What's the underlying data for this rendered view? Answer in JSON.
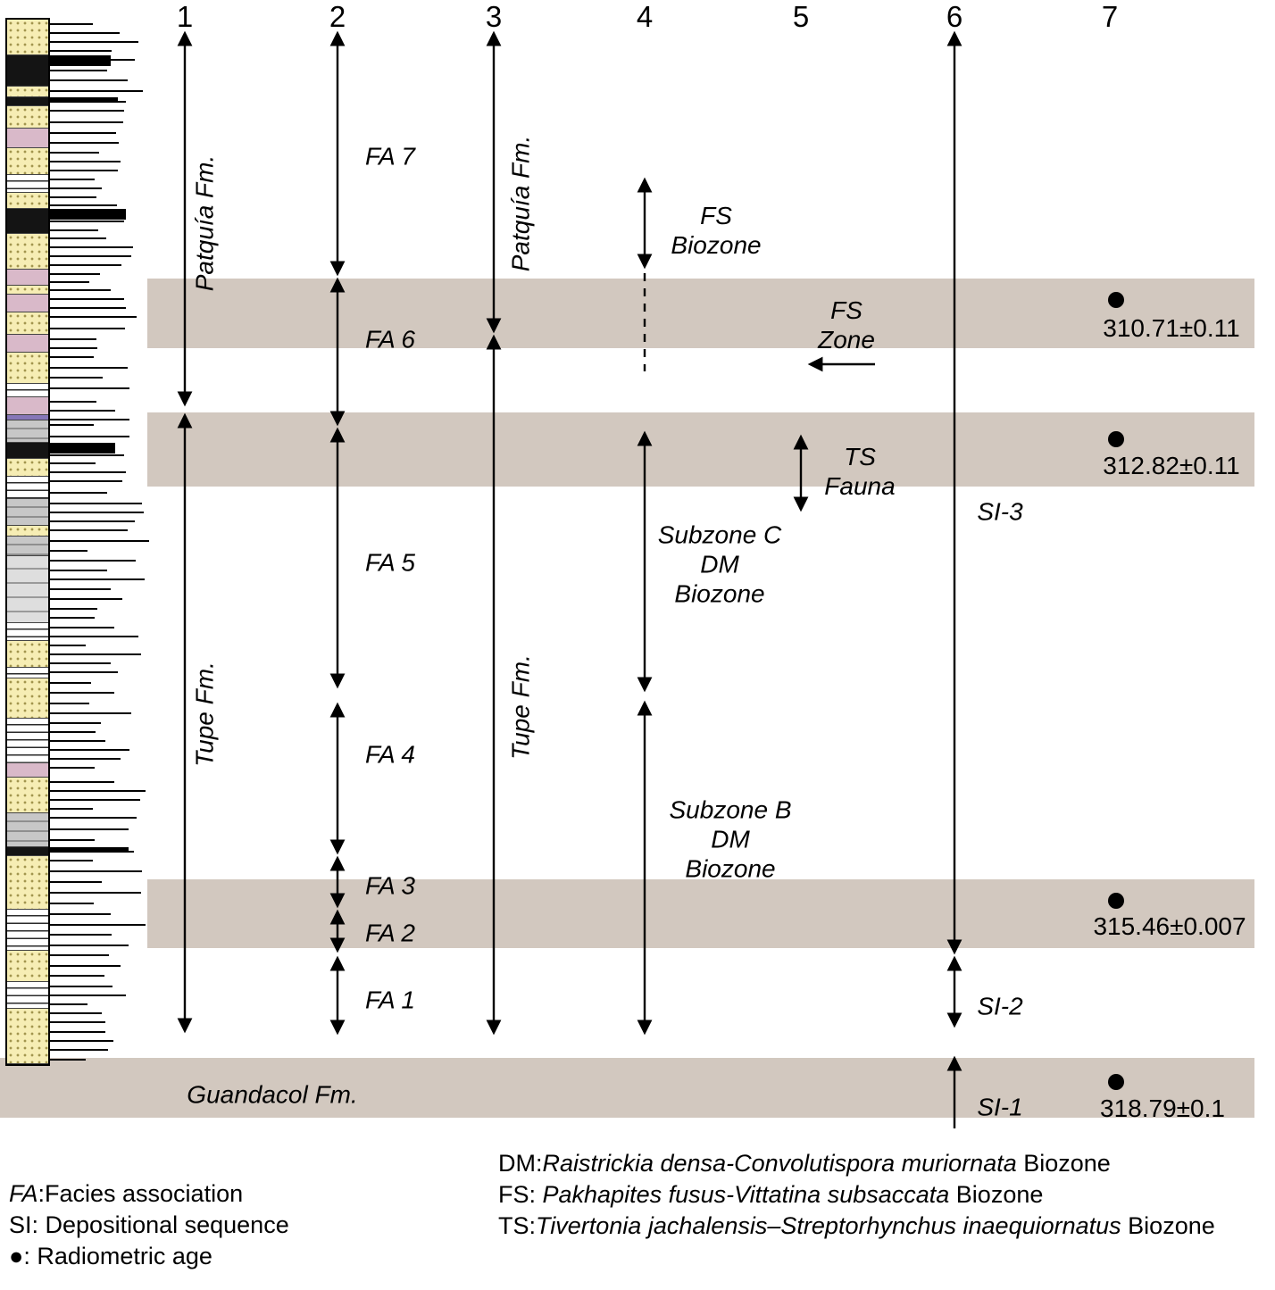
{
  "columns": [
    "1",
    "2",
    "3",
    "4",
    "5",
    "6",
    "7"
  ],
  "formations": {
    "patquia_col1": "Patquía Fm.",
    "tupe_col1": "Tupe Fm.",
    "patquia_col3": "Patquía Fm.",
    "tupe_col3": "Tupe Fm.",
    "guandacol": "Guandacol Fm."
  },
  "facies_associations": [
    "FA 7",
    "FA 6",
    "FA 5",
    "FA 4",
    "FA 3",
    "FA 2",
    "FA 1"
  ],
  "zones": {
    "fs_biozone": [
      "FS",
      "Biozone"
    ],
    "subzone_c": [
      "Subzone C",
      "DM",
      "Biozone"
    ],
    "subzone_b": [
      "Subzone B",
      "DM",
      "Biozone"
    ],
    "fs_zone": [
      "FS",
      "Zone"
    ],
    "ts_fauna": [
      "TS",
      "Fauna"
    ]
  },
  "sequences": [
    "SI-3",
    "SI-2",
    "SI-1"
  ],
  "ages": [
    "310.71±0.11",
    "312.82±0.11",
    "315.46±0.007",
    "318.79±0.1"
  ],
  "legend_left": [
    {
      "abbr": "FA",
      "rest": ":Facies association"
    },
    {
      "abbr": "SI",
      "rest": ": Depositional sequence"
    },
    {
      "abbr": "●",
      "rest": ": Radiometric age"
    }
  ],
  "legend_right": [
    {
      "abbr": "DM:",
      "species": "Raistrickia densa-Convolutispora muriornata",
      "rest": " Biozone"
    },
    {
      "abbr": "FS: ",
      "species": "Pakhapites fusus-Vittatina subsaccata",
      "rest": " Biozone"
    },
    {
      "abbr": "TS:",
      "species": "Tivertonia jachalensis–Streptorhynchus inaequiornatus",
      "rest": " Biozone"
    }
  ],
  "colors": {
    "band": "#d2c8bf",
    "sandstone": "#f6edb4",
    "coal": "#141414",
    "mudstone": "#c7c7c7",
    "mudstone_light": "#dedede",
    "siltstone": "#d9b9c9",
    "violet": "#8677b8",
    "ink": "#000000"
  },
  "litho_segments": [
    [
      "ss",
      40
    ],
    [
      "coal",
      35
    ],
    [
      "ss",
      12
    ],
    [
      "coal",
      10
    ],
    [
      "ss",
      25
    ],
    [
      "silt",
      22
    ],
    [
      "ss",
      30
    ],
    [
      "lam",
      20
    ],
    [
      "ss",
      18
    ],
    [
      "coal",
      28
    ],
    [
      "ss",
      40
    ],
    [
      "silt",
      18
    ],
    [
      "ss",
      10
    ],
    [
      "silt",
      20
    ],
    [
      "ss",
      25
    ],
    [
      "silt",
      20
    ],
    [
      "ss",
      35
    ],
    [
      "lam",
      15
    ],
    [
      "silt",
      20
    ],
    [
      "vio",
      6
    ],
    [
      "mud",
      25
    ],
    [
      "coal",
      18
    ],
    [
      "ss",
      20
    ],
    [
      "lam",
      25
    ],
    [
      "mud",
      30
    ],
    [
      "ss",
      12
    ],
    [
      "mud",
      22
    ],
    [
      "mudl",
      75
    ],
    [
      "lam",
      20
    ],
    [
      "ss",
      30
    ],
    [
      "lam",
      12
    ],
    [
      "ss",
      45
    ],
    [
      "lam",
      50
    ],
    [
      "silt",
      16
    ],
    [
      "ss",
      40
    ],
    [
      "mud",
      38
    ],
    [
      "coal",
      10
    ],
    [
      "ss",
      60
    ],
    [
      "lam",
      46
    ],
    [
      "ss",
      35
    ],
    [
      "lam",
      30
    ],
    [
      "ss",
      62
    ]
  ]
}
